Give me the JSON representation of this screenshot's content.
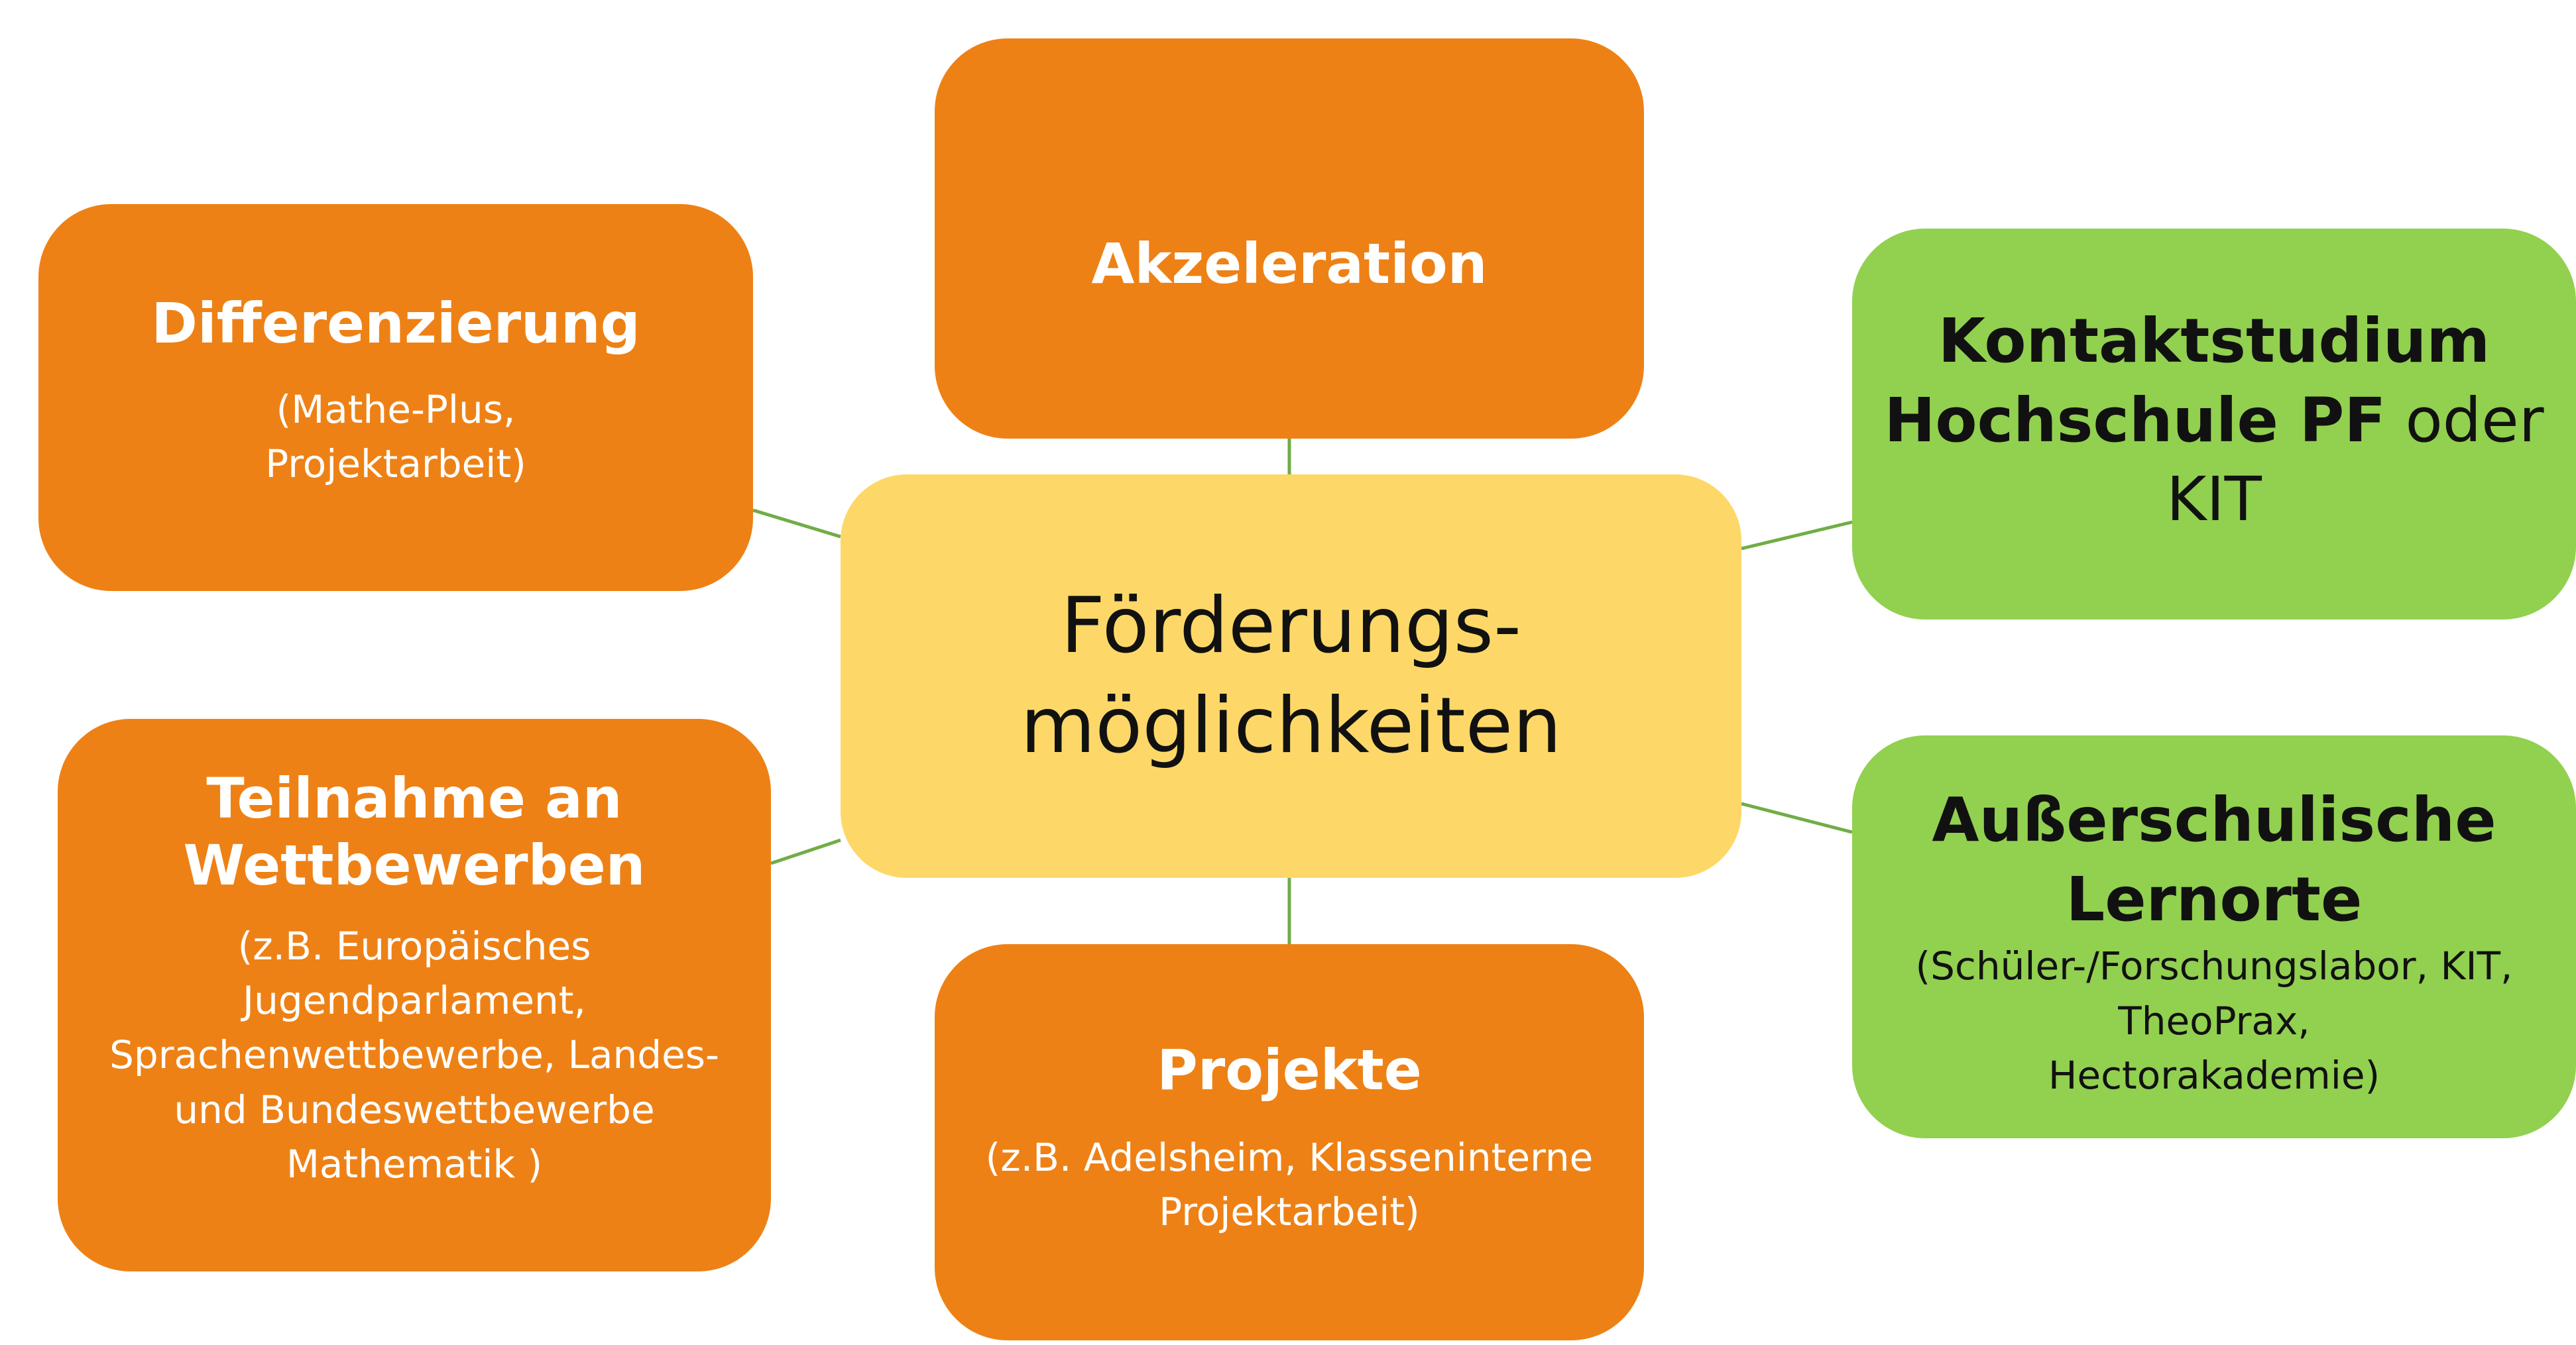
{
  "center": {
    "lines": [
      "Förderungs-",
      "möglichkeiten"
    ],
    "color": "#fdd868"
  },
  "colors": {
    "orange": "#ee8115",
    "green": "#92d050",
    "connector": "#70ad47"
  },
  "nodes": {
    "akzeleration": {
      "title": "Akzeleration"
    },
    "differenzierung": {
      "title": "Differenzierung",
      "detail": [
        "(Mathe-Plus,",
        "Projektarbeit)"
      ]
    },
    "wettbewerbe": {
      "title": [
        "Teilnahme an",
        "Wettbewerben"
      ],
      "detail": [
        "(z.B. Europäisches",
        "Jugendparlament,",
        "Sprachenwettbewerbe, Landes-",
        "und Bundeswettbewerbe",
        "Mathematik )"
      ]
    },
    "projekte": {
      "title": "Projekte",
      "detail": [
        "(z.B. Adelsheim, Klasseninterne",
        "Projektarbeit)"
      ]
    },
    "kontaktstudium": {
      "title_bold": [
        "Kontaktstudium",
        "Hochschule PF"
      ],
      "title_suffix": " oder",
      "title_last": "KIT"
    },
    "lernorte": {
      "title": [
        "Außerschulische",
        "Lernorte"
      ],
      "detail": [
        "(Schüler-/Forschungslabor, KIT,",
        "TheoPrax,",
        "Hectorakademie)"
      ]
    }
  }
}
